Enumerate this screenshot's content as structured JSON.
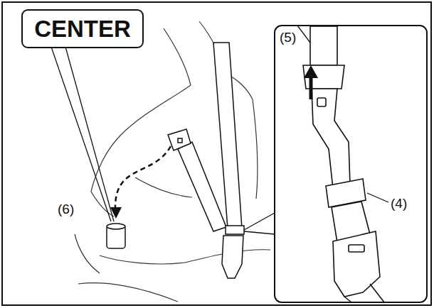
{
  "diagram": {
    "nodes": [
      {
        "text": [
          "CENTER"
        ]
      }
    ],
    "labels": [
      "(5)",
      "(4)",
      "(6)"
    ]
  }
}
